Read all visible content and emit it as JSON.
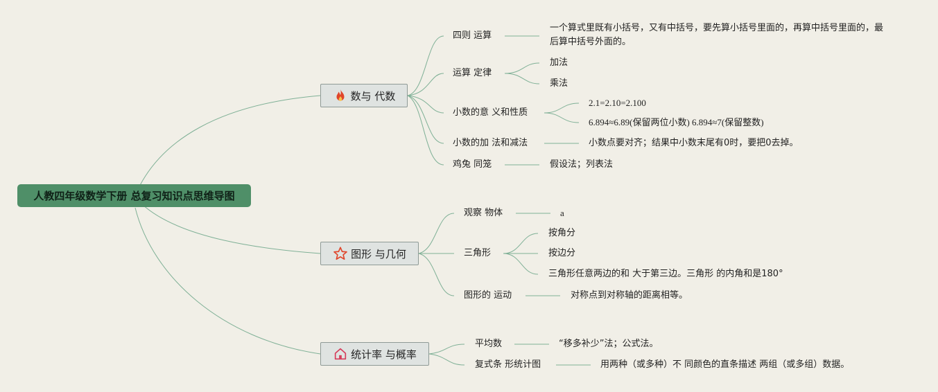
{
  "root": {
    "label": "人教四年级数学下册 总复习知识点思维导图"
  },
  "branches": {
    "algebra": {
      "label": "数与 代数",
      "icon": "fire-icon",
      "color": "#e0452a",
      "items": {
        "arith": {
          "label": "四则 运算",
          "detail": "一个算式里既有小括号，又有中括号，要先算小括号里面的，再算中括号里面的，最后算中括号外面的。"
        },
        "laws": {
          "label": "运算 定律",
          "children": [
            "加法",
            "乘法"
          ]
        },
        "decimal": {
          "label": "小数的意 义和性质",
          "children": [
            "2.1=2.10=2.100",
            "6.894≈6.89(保留两位小数)   6.894≈7(保留整数)"
          ]
        },
        "decimal_add": {
          "label": "小数的加 法和减法",
          "detail": "小数点要对齐；结果中小数末尾有0时，要把0去掉。"
        },
        "chicken": {
          "label": "鸡兔 同笼",
          "detail": "假设法；列表法"
        }
      }
    },
    "geometry": {
      "label": "图形 与几何",
      "icon": "star-icon",
      "color": "#e0452a",
      "items": {
        "observe": {
          "label": "观察 物体",
          "detail": "a"
        },
        "triangle": {
          "label": "三角形",
          "children": [
            "按角分",
            "按边分",
            "三角形任意两边的和 大于第三边。三角形 的内角和是180°"
          ]
        },
        "motion": {
          "label": "图形的 运动",
          "detail": "对称点到对称轴的距离相等。"
        }
      }
    },
    "statistics": {
      "label": "统计率 与概率",
      "icon": "home-icon",
      "color": "#d63c5a",
      "items": {
        "average": {
          "label": "平均数",
          "detail": "“移多补少”法；公式法。"
        },
        "bar": {
          "label": "复式条 形统计图",
          "detail": "用两种（或多种）不 同颜色的直条描述 两组（或多组）数据。"
        }
      }
    }
  }
}
